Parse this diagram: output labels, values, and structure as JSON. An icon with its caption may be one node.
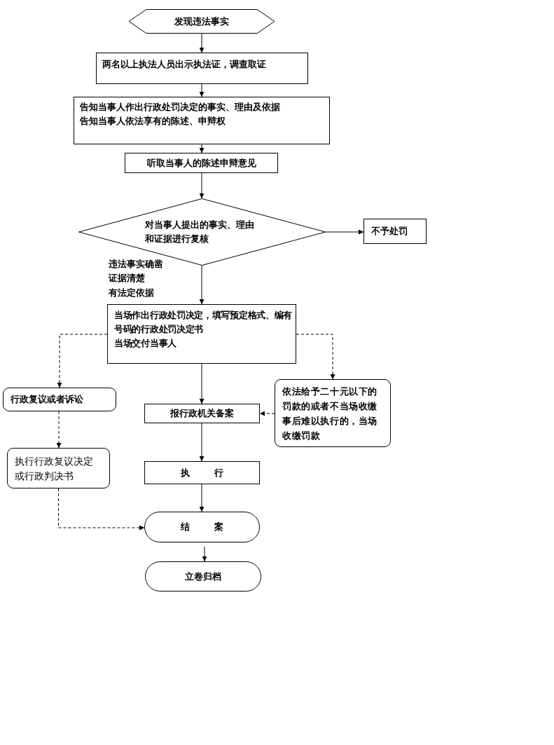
{
  "diagram": {
    "nodes": [
      {
        "text": [
          "发现违法事实"
        ]
      },
      {
        "text": [
          "两名以上执法人员出示执法证，调查取证"
        ]
      },
      {
        "text": [
          "告知当事人作出行政处罚决定的事实、理由及依据",
          "告知当事人依法享有的陈述、申辩权"
        ]
      },
      {
        "text": [
          "听取当事人的陈述申辩意见"
        ]
      },
      {
        "text": [
          "对当事人提出的事实、理由和证据进行复核"
        ]
      },
      {
        "text": [
          "不予处罚"
        ]
      },
      {
        "text": [
          "当场作出行政处罚决定，填写预定格式、编有号码的行政处罚决定书",
          "当场交付当事人"
        ]
      },
      {
        "text": [
          "行政复议或者诉讼"
        ]
      },
      {
        "text": [
          "报行政机关备案"
        ]
      },
      {
        "text": [
          "依法给予二十元以下的罚款的或者不当场收缴事后难以执行的，当场收缴罚款"
        ]
      },
      {
        "text": [
          "执行行政复议决定或行政判决书"
        ]
      },
      {
        "text": [
          "执 行"
        ]
      },
      {
        "text": [
          "结 案"
        ]
      },
      {
        "text": [
          "立卷归档"
        ]
      }
    ],
    "edges": [
      {
        "from": 0,
        "to": 1,
        "arrow": "to"
      },
      {
        "from": 1,
        "to": 2,
        "arrow": "to"
      },
      {
        "from": 2,
        "to": 3,
        "arrow": "to"
      },
      {
        "from": 3,
        "to": 4,
        "arrow": "to"
      },
      {
        "from": 4,
        "to": 5,
        "arrow": "to"
      },
      {
        "from": 4,
        "to": 6,
        "arrow": "to"
      },
      {
        "from": 6,
        "to": 7,
        "arrow": "to",
        "style": "dashed"
      },
      {
        "from": 6,
        "to": 9,
        "arrow": "to",
        "style": "dashed"
      },
      {
        "from": 6,
        "to": 8,
        "arrow": "to"
      },
      {
        "from": 9,
        "to": 8,
        "arrow": "to",
        "style": "dashed"
      },
      {
        "from": 7,
        "to": 10,
        "arrow": "to",
        "style": "dashed"
      },
      {
        "from": 8,
        "to": 11,
        "arrow": "to"
      },
      {
        "from": 11,
        "to": 12,
        "arrow": "to"
      },
      {
        "from": 10,
        "to": 12,
        "arrow": "to",
        "style": "dashed"
      },
      {
        "from": 12,
        "to": 13,
        "arrow": "to"
      }
    ],
    "labels": [
      "违法事实确凿",
      "证据清楚",
      "有法定依据"
    ]
  }
}
